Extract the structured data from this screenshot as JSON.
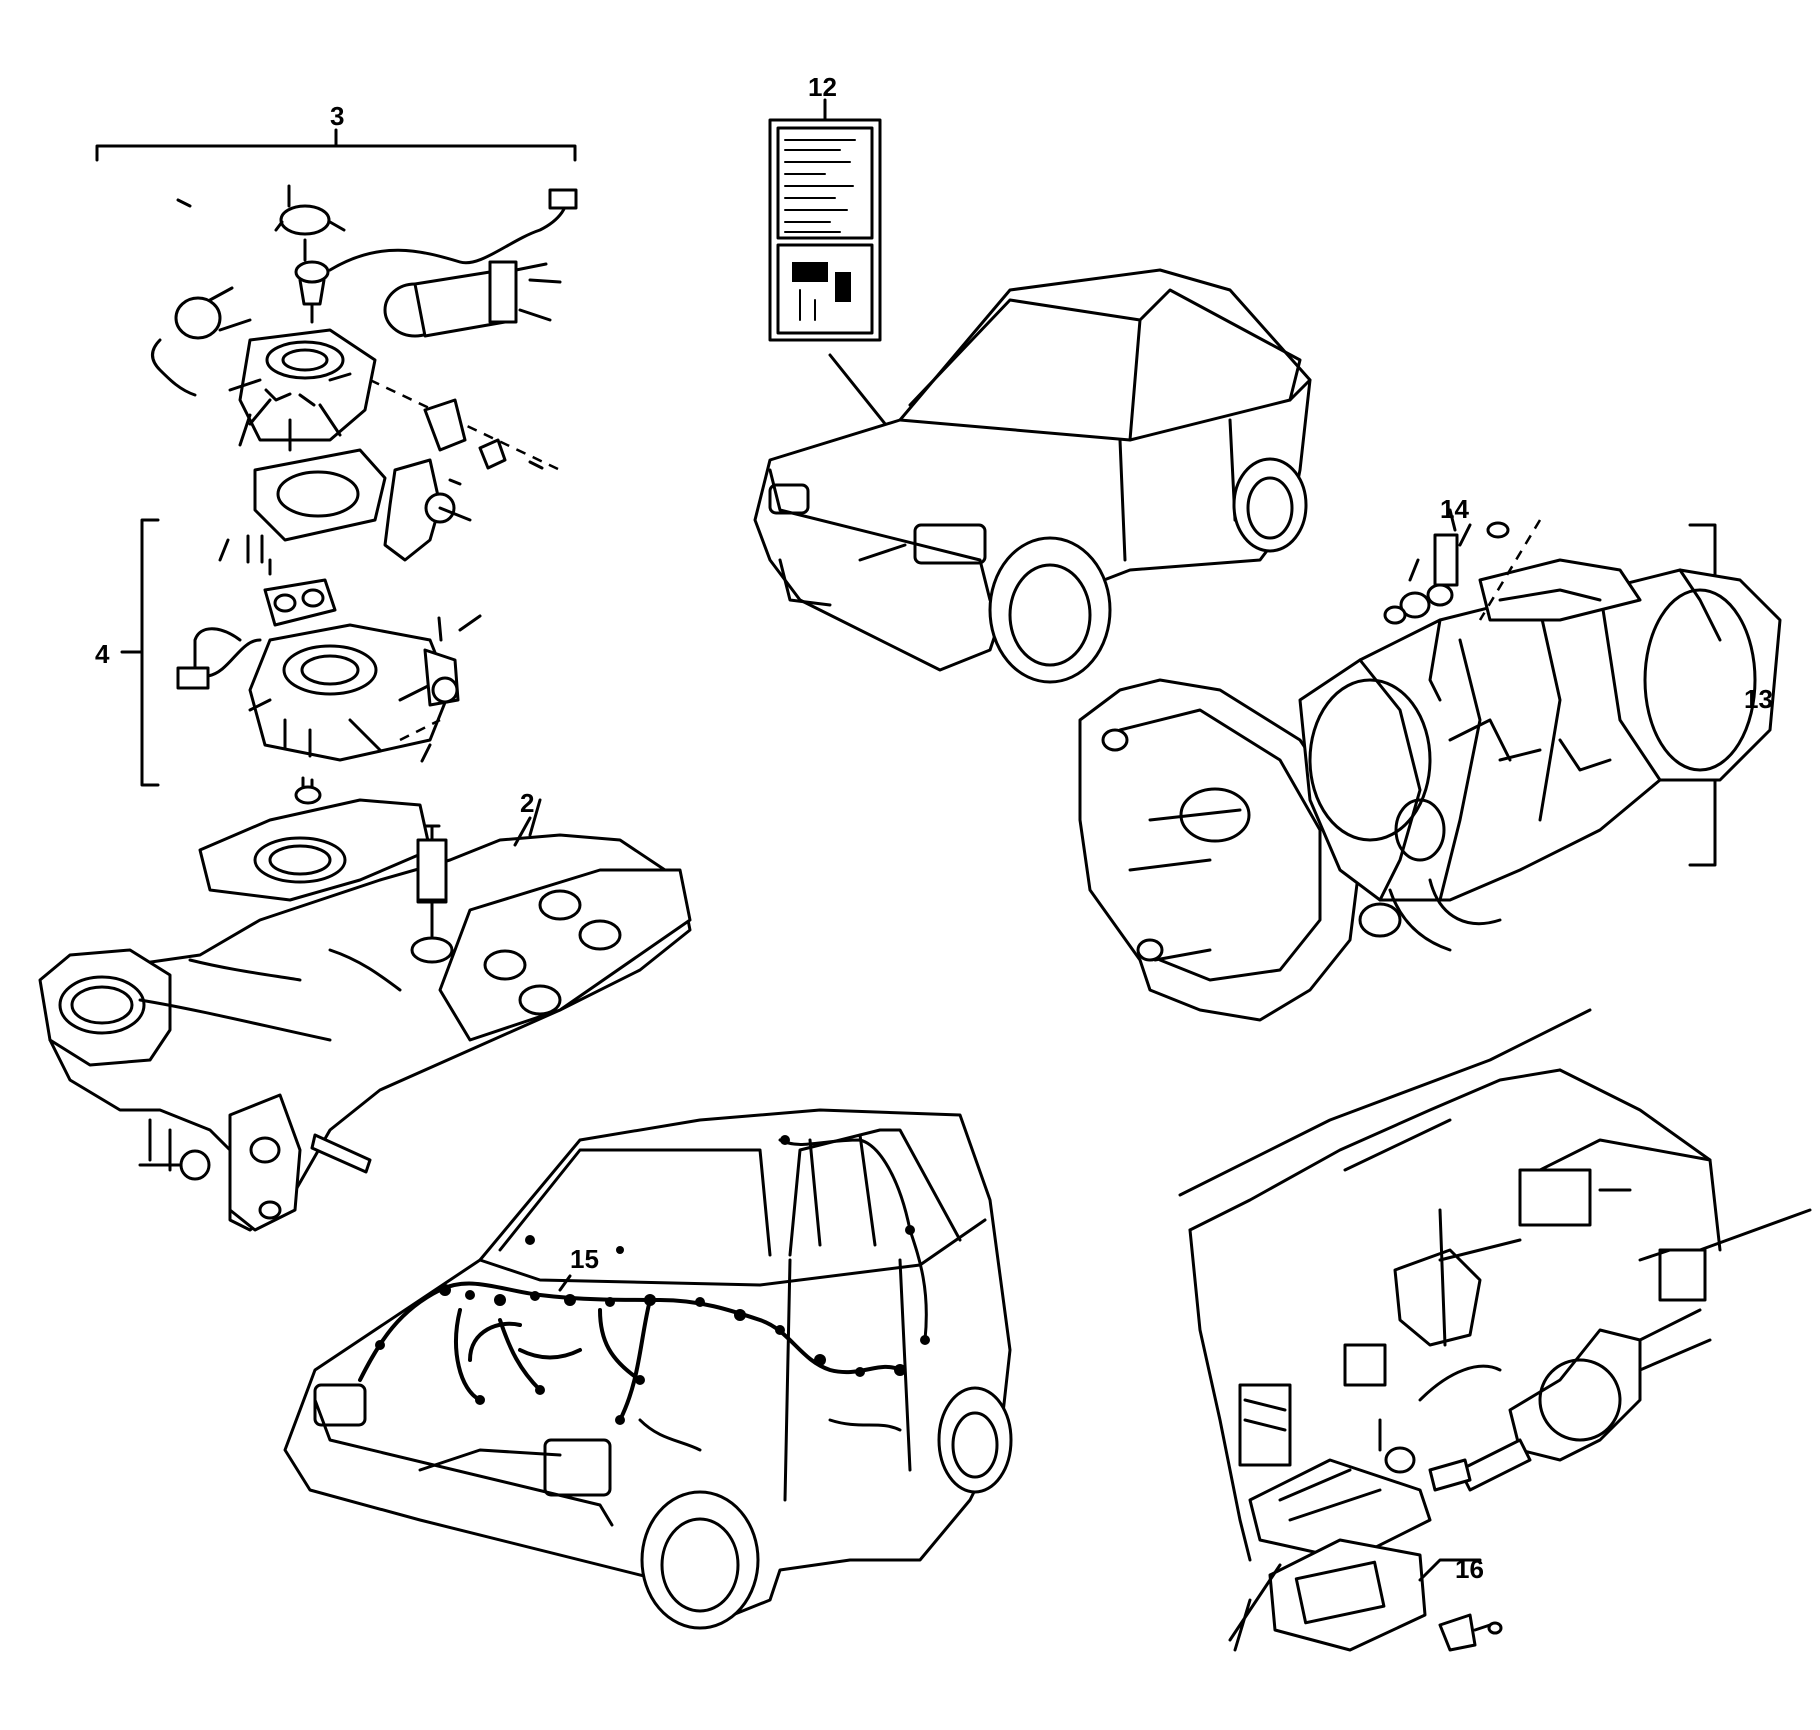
{
  "callouts": {
    "c2": "2",
    "c3": "3",
    "c4": "4",
    "c12": "12",
    "c13": "13",
    "c14": "14",
    "c15": "15",
    "c16": "16"
  },
  "colors": {
    "ink": "#000000",
    "paper": "#ffffff"
  }
}
